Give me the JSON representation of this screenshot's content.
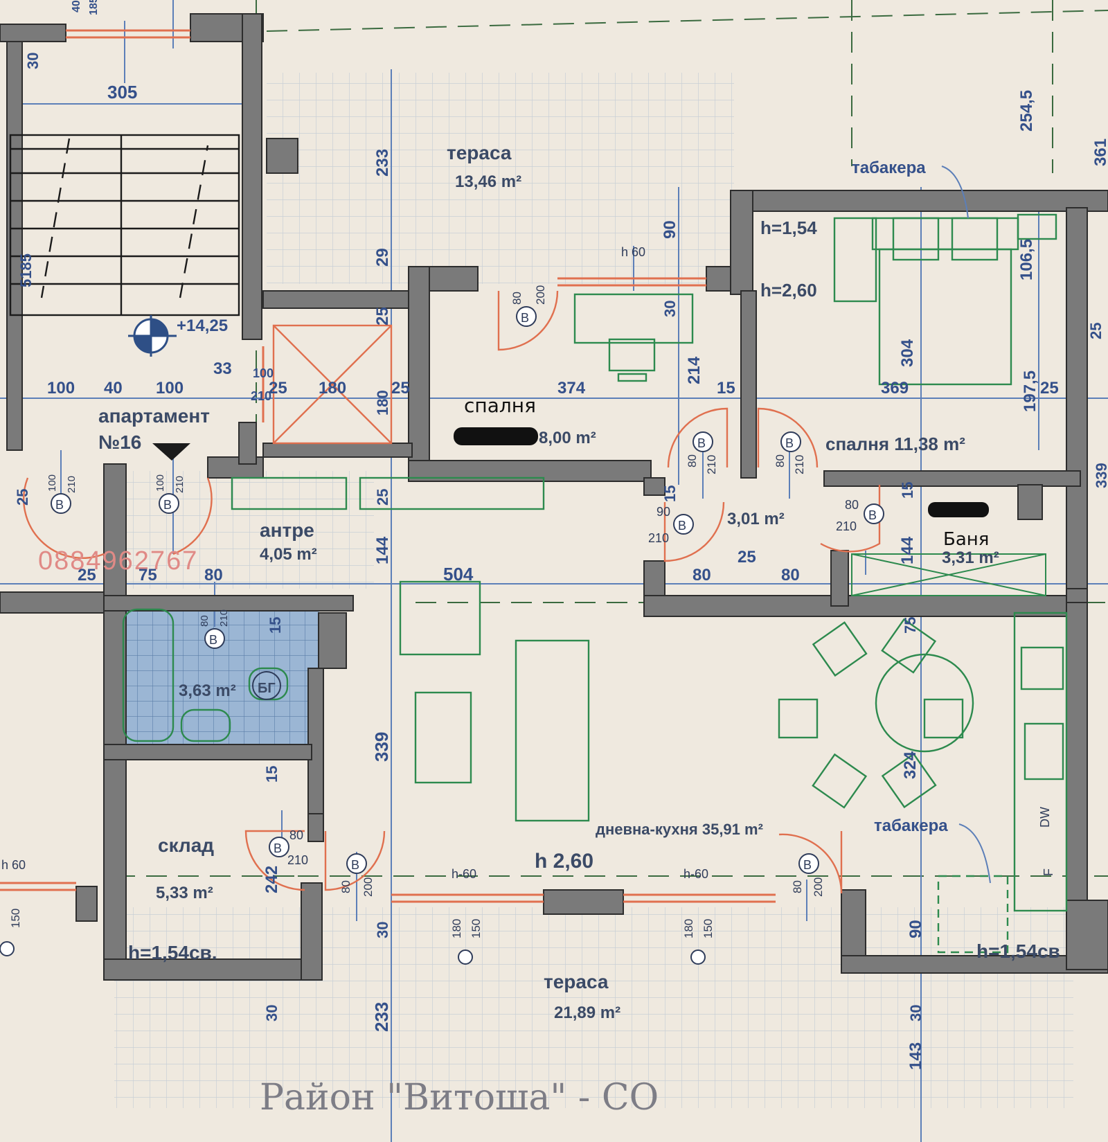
{
  "colors": {
    "paper": "#efe9df",
    "wall": "#7a7a7a",
    "wall_edge": "#2d2d2d",
    "grid": "#c9cfd6",
    "furniture": "#2d8a4e",
    "door_swing": "#e0704f",
    "dimension": "#34508a",
    "tile_blue": "#9bb6d4"
  },
  "rooms": {
    "terrace_top": {
      "name": "тераса",
      "area": "13,46 m²"
    },
    "bedroom_1": {
      "name": "спалня",
      "area": "8,00 m²"
    },
    "bedroom_2": {
      "name": "спалня 11,38 m²"
    },
    "apartment": {
      "line1": "апартамент",
      "line2": "№16"
    },
    "hall": {
      "name": "антре",
      "area": "4,05 m²"
    },
    "corridor": {
      "area": "3,01 m²"
    },
    "bathroom_1": {
      "area": "3,63 m²",
      "boiler": "БГ"
    },
    "bathroom_2": {
      "name": "Баня",
      "area": "3,31 m²"
    },
    "storage": {
      "name": "склад",
      "area": "5,33 m²",
      "height": "h=1,54св."
    },
    "living": {
      "name": "дневна-кухня 35,91 m²",
      "height": "h 2,60"
    },
    "terrace_bottom": {
      "name": "тераса",
      "area": "21,89 m²"
    }
  },
  "annotations": {
    "level": "+14,25",
    "tabakera_top": "табакера",
    "tabakera_bottom": "табакера",
    "h154": "h=1,54",
    "h260": "h=2,60",
    "h154sv_right": "h=1,54св",
    "h60": "h 60",
    "h60b": "h-60",
    "door_mark": "B",
    "dw": "DW",
    "f": "F",
    "district": "Район \"Витоша\" - СО",
    "phone": "0884962767"
  },
  "dimensions": {
    "d305": "305",
    "d30": "30",
    "d5185": "5185",
    "d233": "233",
    "d29": "29",
    "d25": "25",
    "d90": "90",
    "d254_5": "254,5",
    "d361": "361",
    "d106_5": "106,5",
    "d304": "304",
    "d197_5": "197,5",
    "d369": "369",
    "d374": "374",
    "d214": "214",
    "d15": "15",
    "d180": "180",
    "d100": "100",
    "d40": "40",
    "d33": "33",
    "d210": "210",
    "d200": "200",
    "d80": "80",
    "d144": "144",
    "d75": "75",
    "d504": "504",
    "d339": "339",
    "d324": "324",
    "d242": "242",
    "d150": "150",
    "d143": "143",
    "d185": "185"
  }
}
